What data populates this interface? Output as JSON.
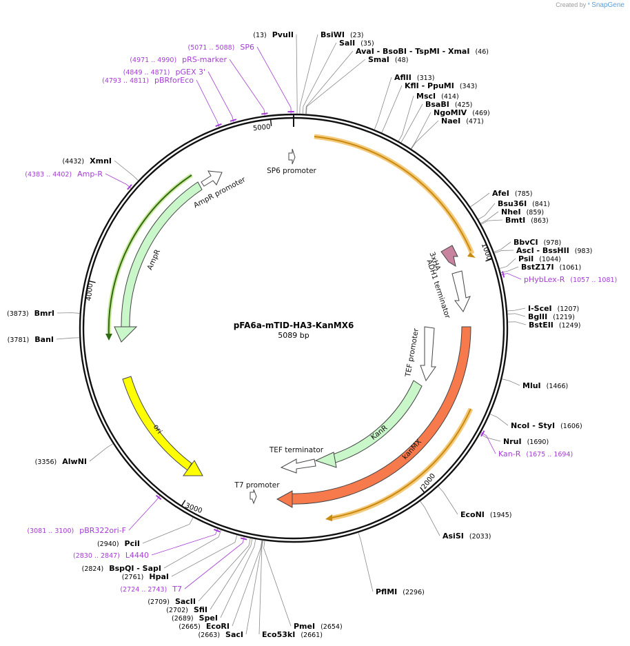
{
  "credit": {
    "prefix": "Created by",
    "brand": "SnapGene"
  },
  "plasmid": {
    "name": "pFA6a-mTID-HA3-KanMX6",
    "length_label": "5089 bp",
    "length": 5089
  },
  "ticks": [
    {
      "pos": 1000,
      "label": "1000"
    },
    {
      "pos": 2000,
      "label": "2000"
    },
    {
      "pos": 3000,
      "label": "3000"
    },
    {
      "pos": 4000,
      "label": "4000"
    },
    {
      "pos": 5000,
      "label": "5000"
    }
  ],
  "sites": [
    {
      "parts": [
        {
          "pos": "(13)"
        },
        {
          "name": "PvuII"
        }
      ],
      "site": 13
    },
    {
      "parts": [
        {
          "name": "BsiWI"
        },
        {
          "pos": "(23)"
        }
      ],
      "site": 23
    },
    {
      "parts": [
        {
          "name": "SalI"
        },
        {
          "pos": "(35)"
        }
      ],
      "site": 35
    },
    {
      "parts": [
        {
          "name": "AvaI"
        },
        {
          "name": " - BsoBI"
        },
        {
          "name": " - TspMI"
        },
        {
          "name": " - XmaI"
        },
        {
          "pos": "(46)"
        }
      ],
      "site": 46
    },
    {
      "parts": [
        {
          "name": "SmaI"
        },
        {
          "pos": "(48)"
        }
      ],
      "site": 48
    },
    {
      "parts": [
        {
          "name": "AflII"
        },
        {
          "pos": "(313)"
        }
      ],
      "site": 313
    },
    {
      "parts": [
        {
          "name": "KflI"
        },
        {
          "name": " - PpuMI"
        },
        {
          "pos": "(343)"
        }
      ],
      "site": 343
    },
    {
      "parts": [
        {
          "name": "MscI"
        },
        {
          "pos": "(414)"
        }
      ],
      "site": 414
    },
    {
      "parts": [
        {
          "name": "BsaBI"
        },
        {
          "pos": "(425)"
        }
      ],
      "site": 425
    },
    {
      "parts": [
        {
          "name": "NgoMIV"
        },
        {
          "pos": "(469)"
        }
      ],
      "site": 469
    },
    {
      "parts": [
        {
          "name": "NaeI"
        },
        {
          "pos": "(471)"
        }
      ],
      "site": 471
    },
    {
      "parts": [
        {
          "name": "AfeI"
        },
        {
          "pos": "(785)"
        }
      ],
      "site": 785
    },
    {
      "parts": [
        {
          "name": "Bsu36I"
        },
        {
          "pos": "(841)"
        }
      ],
      "site": 841
    },
    {
      "parts": [
        {
          "name": "NheI"
        },
        {
          "pos": "(859)"
        }
      ],
      "site": 859
    },
    {
      "parts": [
        {
          "name": "BmtI"
        },
        {
          "pos": "(863)"
        }
      ],
      "site": 863
    },
    {
      "parts": [
        {
          "name": "BbvCI"
        },
        {
          "pos": "(978)"
        }
      ],
      "site": 978
    },
    {
      "parts": [
        {
          "name": "AscI"
        },
        {
          "name": " - BssHII"
        },
        {
          "pos": "(983)"
        }
      ],
      "site": 983
    },
    {
      "parts": [
        {
          "name": "PsiI"
        },
        {
          "pos": "(1044)"
        }
      ],
      "site": 1044
    },
    {
      "parts": [
        {
          "name": "BstZ17I"
        },
        {
          "pos": "(1061)"
        }
      ],
      "site": 1061
    },
    {
      "parts": [
        {
          "name": "I-SceI"
        },
        {
          "pos": "(1207)"
        }
      ],
      "site": 1207
    },
    {
      "parts": [
        {
          "name": "BglII"
        },
        {
          "pos": "(1219)"
        }
      ],
      "site": 1219
    },
    {
      "parts": [
        {
          "name": "BstEII"
        },
        {
          "pos": "(1249)"
        }
      ],
      "site": 1249
    },
    {
      "parts": [
        {
          "name": "MluI"
        },
        {
          "pos": "(1466)"
        }
      ],
      "site": 1466
    },
    {
      "parts": [
        {
          "name": "NcoI"
        },
        {
          "name": " - StyI"
        },
        {
          "pos": "(1606)"
        }
      ],
      "site": 1606
    },
    {
      "parts": [
        {
          "name": "NruI"
        },
        {
          "pos": "(1690)"
        }
      ],
      "site": 1690
    },
    {
      "parts": [
        {
          "name": "EcoNI"
        },
        {
          "pos": "(1945)"
        }
      ],
      "site": 1945
    },
    {
      "parts": [
        {
          "name": "AsiSI"
        },
        {
          "pos": "(2033)"
        }
      ],
      "site": 2033
    },
    {
      "parts": [
        {
          "name": "PflMI"
        },
        {
          "pos": "(2296)"
        }
      ],
      "site": 2296
    },
    {
      "parts": [
        {
          "name": "PmeI"
        },
        {
          "pos": "(2654)"
        }
      ],
      "site": 2654
    },
    {
      "parts": [
        {
          "name": "Eco53kI"
        },
        {
          "pos": "(2661)"
        }
      ],
      "site": 2661
    },
    {
      "parts": [
        {
          "pos": "(2663)"
        },
        {
          "name": "SacI"
        }
      ],
      "site": 2663
    },
    {
      "parts": [
        {
          "pos": "(2665)"
        },
        {
          "name": "EcoRI"
        }
      ],
      "site": 2665
    },
    {
      "parts": [
        {
          "pos": "(2689)"
        },
        {
          "name": "SpeI"
        }
      ],
      "site": 2689
    },
    {
      "parts": [
        {
          "pos": "(2702)"
        },
        {
          "name": "SfiI"
        }
      ],
      "site": 2702
    },
    {
      "parts": [
        {
          "pos": "(2709)"
        },
        {
          "name": "SacII"
        }
      ],
      "site": 2709
    },
    {
      "parts": [
        {
          "pos": "(2761)"
        },
        {
          "name": "HpaI"
        }
      ],
      "site": 2761
    },
    {
      "parts": [
        {
          "pos": "(2824)"
        },
        {
          "name": "BspQI"
        },
        {
          "name": " - SapI"
        }
      ],
      "site": 2824
    },
    {
      "parts": [
        {
          "pos": "(2940)"
        },
        {
          "name": "PciI"
        }
      ],
      "site": 2940
    },
    {
      "parts": [
        {
          "pos": "(3356)"
        },
        {
          "name": "AlwNI"
        }
      ],
      "site": 3356
    },
    {
      "parts": [
        {
          "pos": "(3781)"
        },
        {
          "name": "BanI"
        }
      ],
      "site": 3781
    },
    {
      "parts": [
        {
          "pos": "(3873)"
        },
        {
          "name": "BmrI"
        }
      ],
      "site": 3873
    },
    {
      "parts": [
        {
          "pos": "(4432)"
        },
        {
          "name": "XmnI"
        }
      ],
      "site": 4432
    }
  ],
  "primers": [
    {
      "parts": [
        {
          "pos": "(5071 .. 5088)"
        },
        {
          "name": "SP6"
        }
      ],
      "site": 5079
    },
    {
      "parts": [
        {
          "pos": "(4971 .. 4990)"
        },
        {
          "name": "pRS-marker"
        }
      ],
      "site": 4980
    },
    {
      "parts": [
        {
          "pos": "(4849 .. 4871)"
        },
        {
          "name": "pGEX 3'"
        }
      ],
      "site": 4860
    },
    {
      "parts": [
        {
          "pos": "(4793 .. 4811)"
        },
        {
          "name": "pBRforEco"
        }
      ],
      "site": 4802
    },
    {
      "parts": [
        {
          "pos": "(4383 .. 4402)"
        },
        {
          "name": "Amp-R"
        }
      ],
      "site": 4392
    },
    {
      "parts": [
        {
          "name": "pHybLex-R"
        },
        {
          "pos": "(1057 .. 1081)"
        }
      ],
      "site": 1069
    },
    {
      "parts": [
        {
          "name": "Kan-R"
        },
        {
          "pos": "(1675 .. 1694)"
        }
      ],
      "site": 1684
    },
    {
      "parts": [
        {
          "pos": "(3081 .. 3100)"
        },
        {
          "name": "pBR322ori-F"
        }
      ],
      "site": 3090
    },
    {
      "parts": [
        {
          "pos": "(2830 .. 2847)"
        },
        {
          "name": "L4440"
        }
      ],
      "site": 2838
    },
    {
      "parts": [
        {
          "pos": "(2724 .. 2743)"
        },
        {
          "name": "T7"
        }
      ],
      "site": 2733
    }
  ],
  "features": {
    "sp6_promoter": "SP6 promoter",
    "ampr_promoter": "AmpR promoter",
    "ampr": "AmpR",
    "ori": "ori",
    "t7_promoter": "T7 promoter",
    "tef_terminator": "TEF terminator",
    "kanr": "KanR",
    "kanmx": "kanMX",
    "tef_promoter": "TEF promoter",
    "adh1_terminator": "ADH1 terminator",
    "ha3": "3xHA"
  },
  "colors": {
    "backbone": "#111111",
    "highlight": "#f5c97a",
    "mtid_arrow": "#c98a10",
    "primer": "#a43bd6",
    "ampr": "#c9f7c9",
    "ori": "#ffff00",
    "kanmx": "#f77a4d",
    "ha3": "#c8839f",
    "promoter": "#ffffff"
  }
}
